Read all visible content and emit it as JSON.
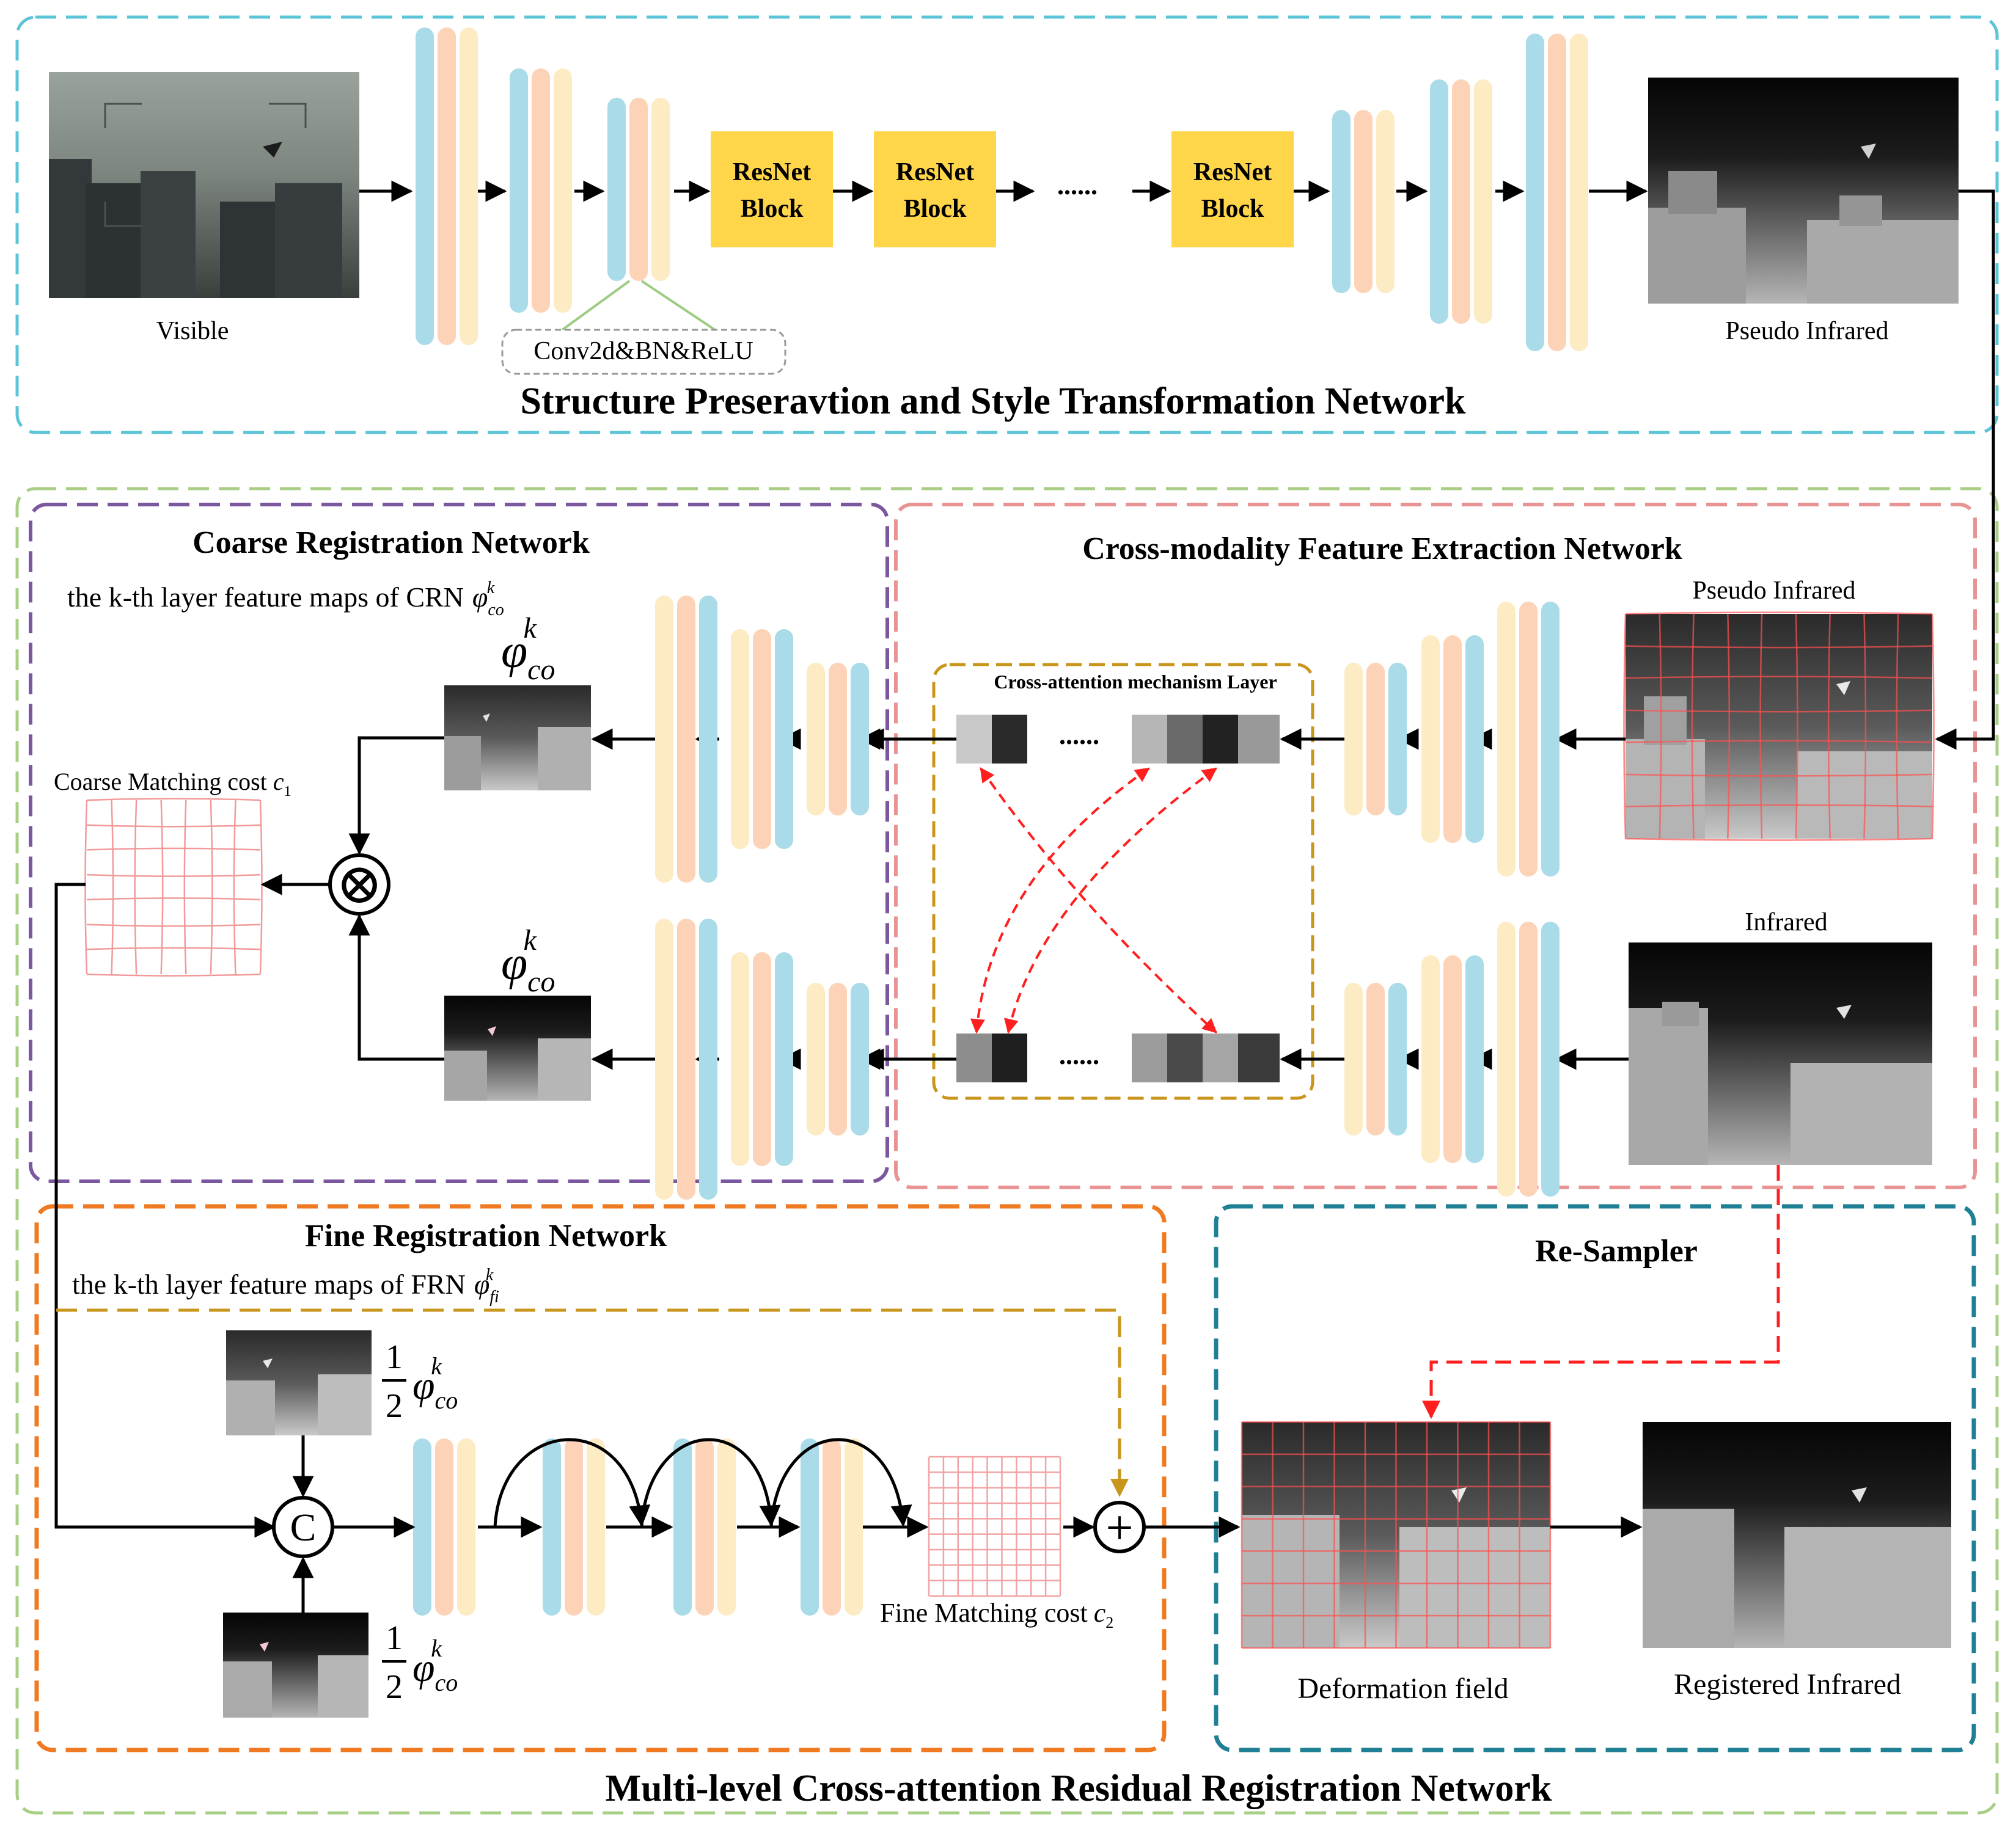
{
  "top_panel": {
    "title": "Structure Preseravtion and Style Transformation Network",
    "visible_label": "Visible",
    "pseudo_infrared_label": "Pseudo Infrared",
    "conv_label": "Conv2d&BN&ReLU",
    "resnet_label_line1": "ResNet",
    "resnet_label_line2": "Block",
    "ellipsis": "......"
  },
  "bottom_panel": {
    "title": "Multi-level Cross-attention Residual Registration Network"
  },
  "coarse": {
    "title": "Coarse Registration Network",
    "subtitle": "the k-th layer feature maps of CRN",
    "matching_cost": "Coarse Matching cost",
    "phi_symbol": "φ",
    "phi_sub": "co",
    "phi_sup": "k",
    "c1_sym": "c",
    "c1_sub": "1",
    "otimes": "⊗"
  },
  "cross": {
    "title": "Cross-modality Feature Extraction Network",
    "pseudo_infrared_label": "Pseudo Infrared",
    "infrared_label": "Infrared",
    "attention_layer_label": "Cross-attention mechanism Layer",
    "ellipsis": "......"
  },
  "fine": {
    "title": "Fine Registration Network",
    "subtitle": "the k-th layer feature maps of FRN",
    "phi_sub_fi": "fi",
    "half_num": "1",
    "half_den": "2",
    "concat": "C",
    "oplus": "+",
    "matching_cost": "Fine Matching cost",
    "c2_sym": "c",
    "c2_sub": "2"
  },
  "resampler": {
    "title": "Re-Sampler",
    "deformation_label": "Deformation field",
    "registered_label": "Registered Infrared"
  },
  "colors": {
    "top_border": "#5bc4d6",
    "bottom_border": "#a9cf86",
    "coarse_border": "#7a579f",
    "cross_border": "#e89494",
    "fine_border": "#f07a22",
    "resampler_border": "#1f7f94",
    "resnet_fill": "#ffd54a",
    "bar_blue": "#a9dce8",
    "bar_peach": "#fcd3b6",
    "bar_cream": "#fdebc4",
    "red_arrow": "#ff1f1f",
    "gold": "#c9961c"
  }
}
